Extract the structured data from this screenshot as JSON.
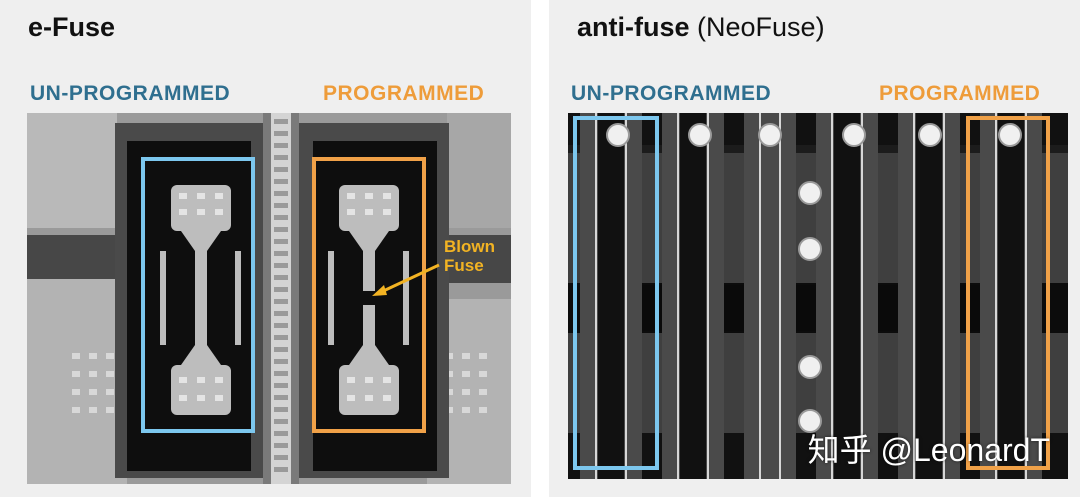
{
  "left": {
    "title": "e-Fuse",
    "label_unprogrammed": "UN-PROGRAMMED",
    "label_programmed": "PROGRAMMED",
    "annotation_line1": "Blown",
    "annotation_line2": "Fuse"
  },
  "right": {
    "title_bold": "anti-fuse",
    "title_light": "(NeoFuse)",
    "label_unprogrammed": "UN-PROGRAMMED",
    "label_programmed": "PROGRAMMED"
  },
  "watermark": "知乎 @LeonardT",
  "colors": {
    "unprogrammed": "#7cc7ee",
    "programmed": "#f0a148",
    "unprogrammed_label": "#2f6f8f",
    "programmed_label": "#ee9c3a",
    "annotation": "#f2b323"
  }
}
